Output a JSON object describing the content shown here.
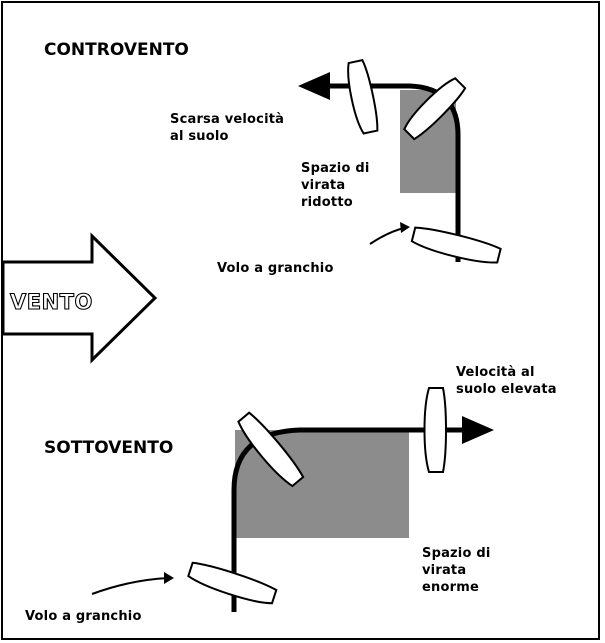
{
  "upwind": {
    "title": "CONTROVENTO",
    "low_ground_speed": "Scarsa velocità\nal suolo",
    "reduced_turn_space": "Spazio di\nvirata\nridotto",
    "crab_flight": "Volo a granchio"
  },
  "wind": {
    "label": "VENTO"
  },
  "downwind": {
    "title": "SOTTOVENTO",
    "high_ground_speed": "Velocità al\nsuolo elevata",
    "enormous_turn_space": "Spazio di\nvirata\nenorme",
    "crab_flight": "Volo a granchio"
  },
  "colors": {
    "turn_area": "#8c8c8c",
    "line": "#000000",
    "frame": "#000000",
    "background": "#ffffff"
  }
}
